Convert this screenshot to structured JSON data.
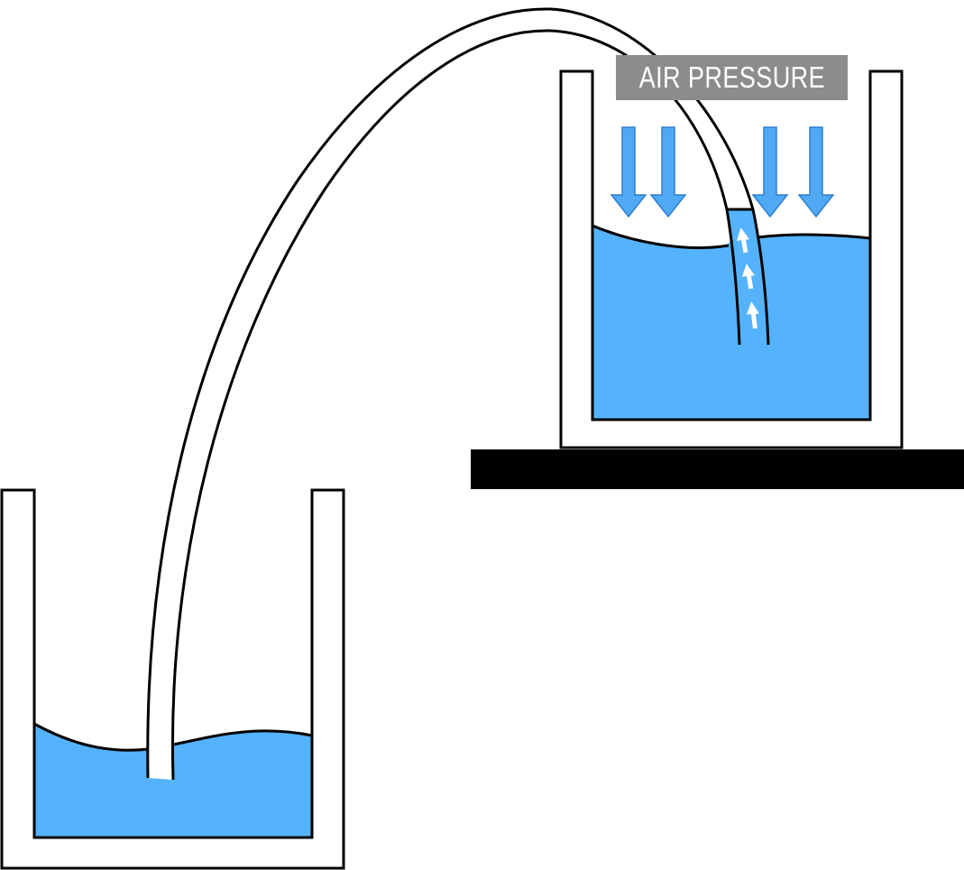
{
  "labels": {
    "air_pressure": "AIR PRESSURE"
  },
  "colors": {
    "water": "#55b3fd",
    "arrow_fill": "#4fa9f3",
    "arrow_stroke": "#2f7fd0",
    "outline": "#000000",
    "platform": "#000000",
    "label_background": "#8c8c8c",
    "label_text": "#ffffff",
    "flow_arrows": "#ffffff"
  },
  "elements": {
    "air_pressure_arrows": 4,
    "flow_arrows": 3
  }
}
